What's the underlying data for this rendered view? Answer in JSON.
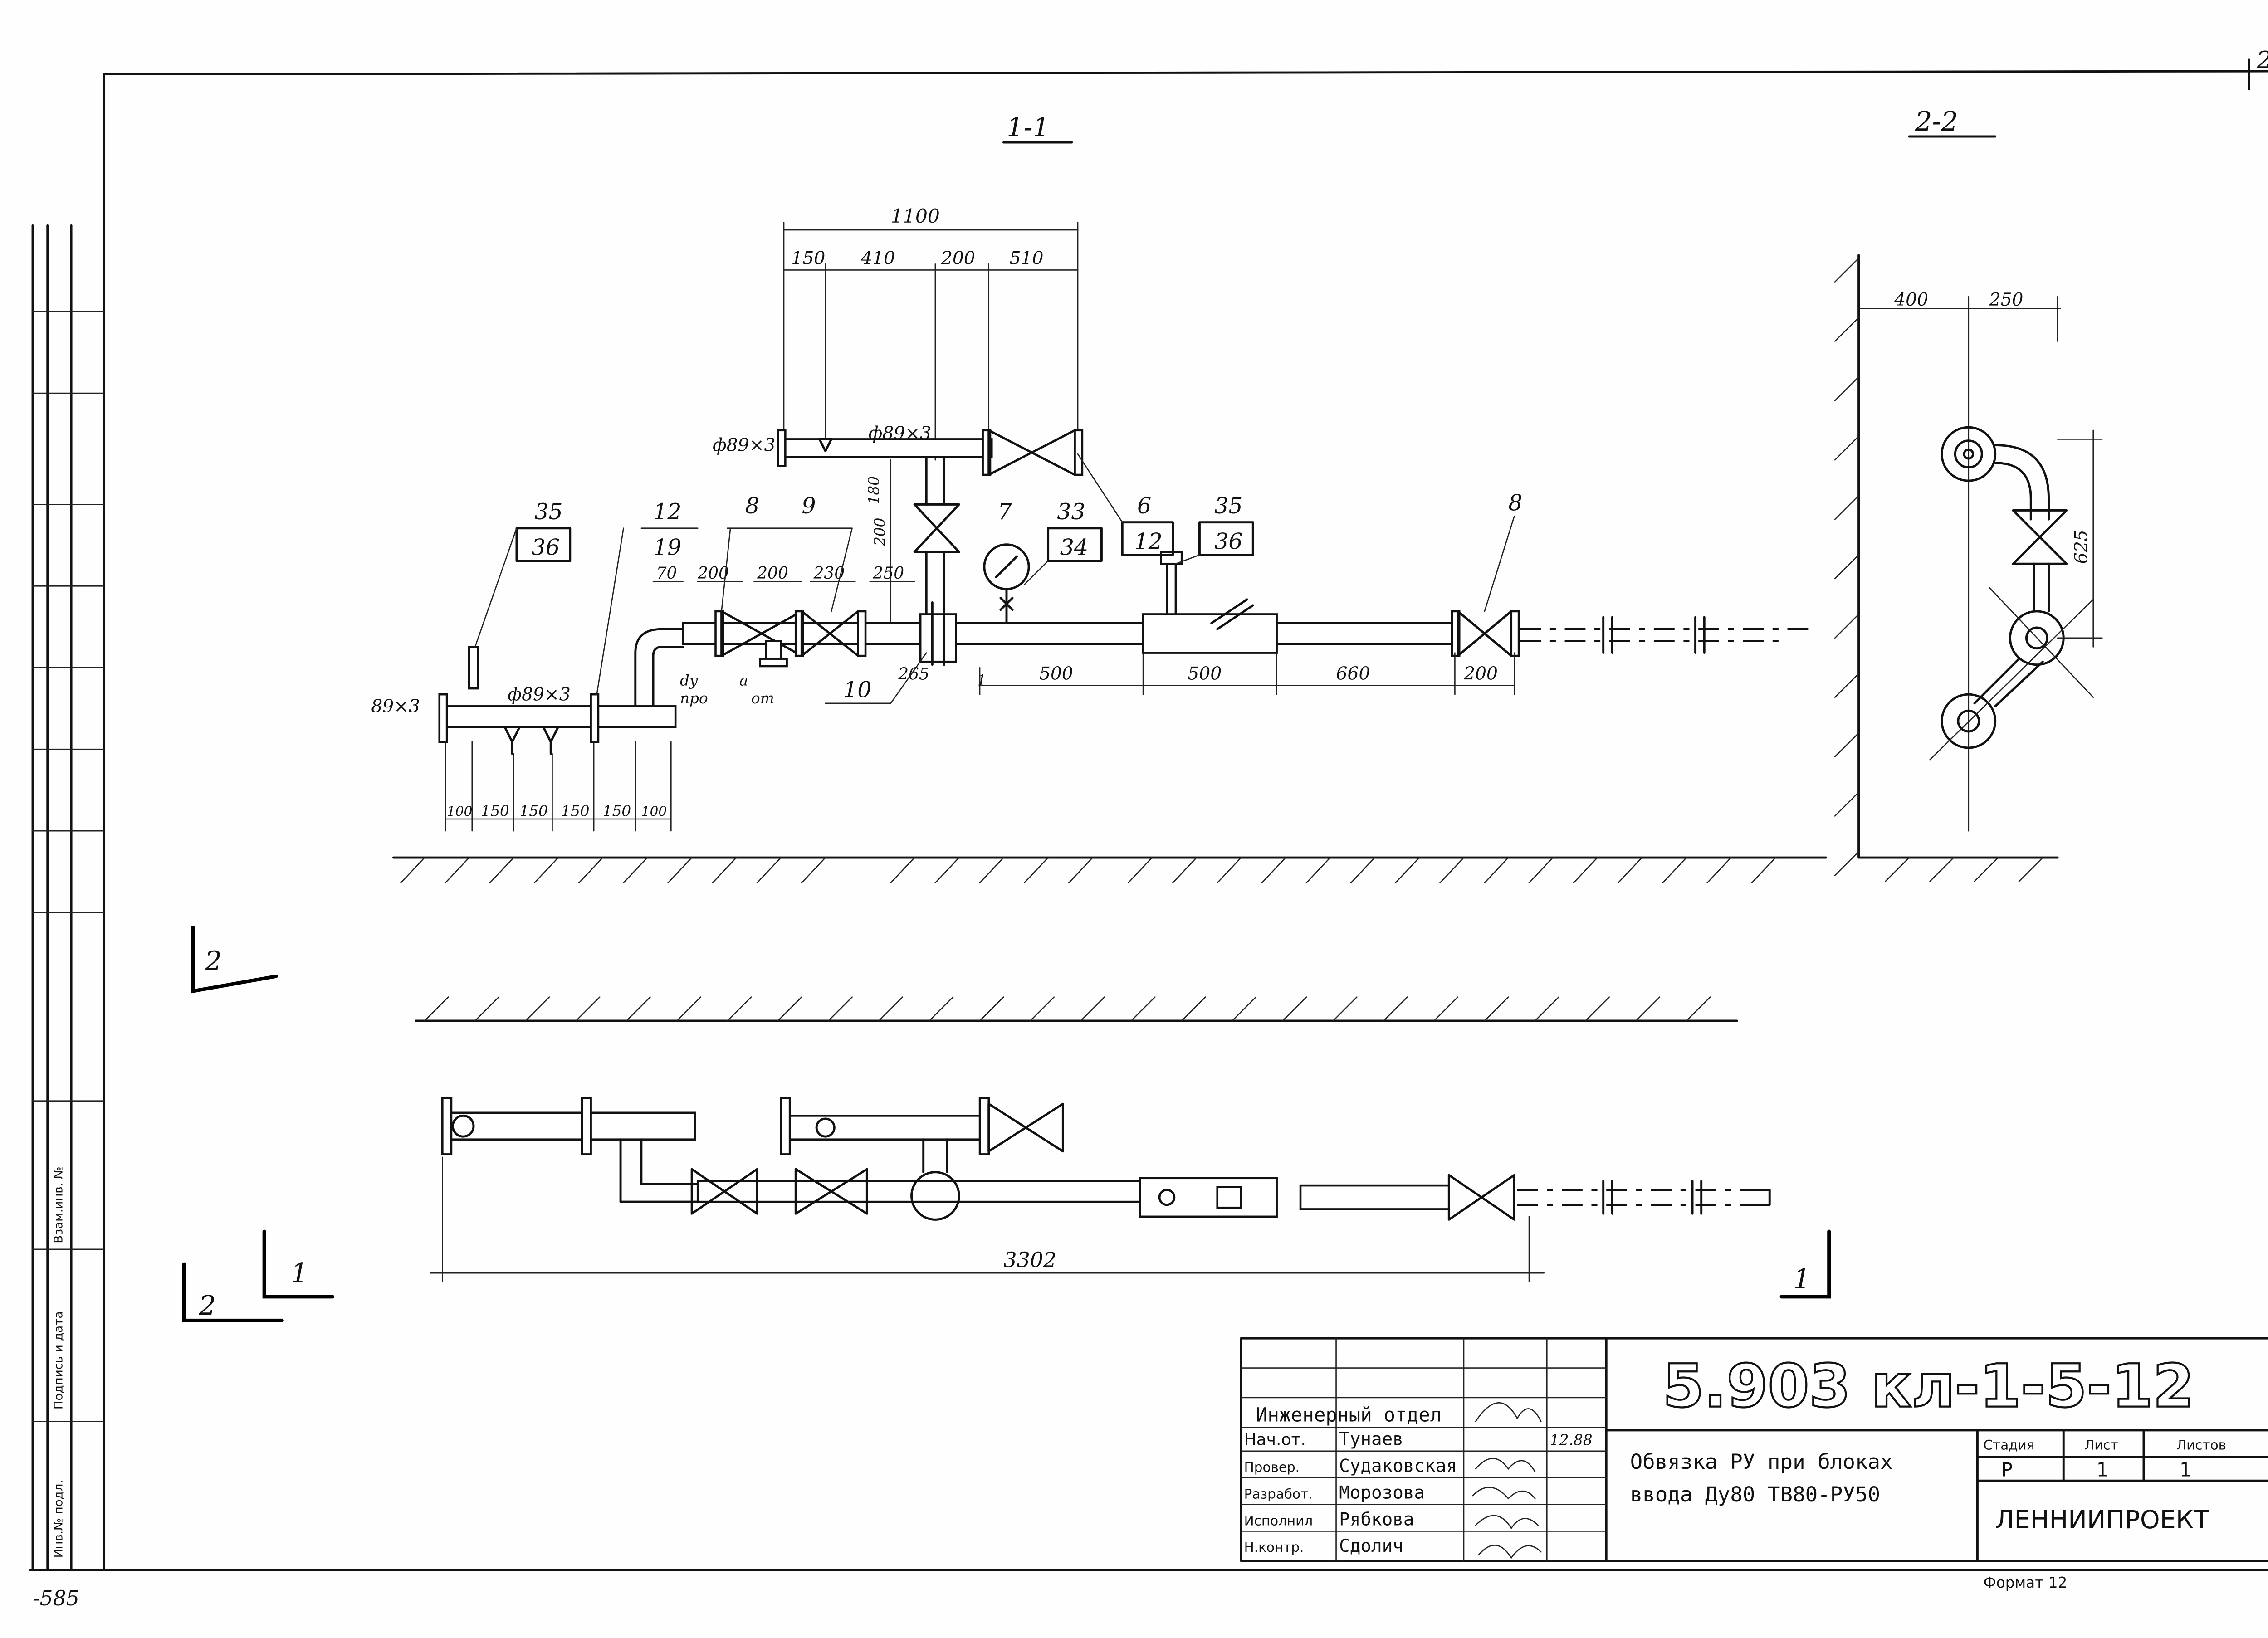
{
  "corner_sheet_number": "2",
  "section_labels": {
    "section_1": "1-1",
    "section_2": "2-2"
  },
  "cut_markers": {
    "left_2_upper": "2",
    "left_2_lower": "2",
    "left_1": "1",
    "right_1": "1"
  },
  "elevation": {
    "dimensions_top": {
      "overall": "1100",
      "d1": "150",
      "d2": "410",
      "d3": "200",
      "d4": "510"
    },
    "pipe_sizes": {
      "upper_left": "ф89×3",
      "upper_mid": "ф89×3",
      "lower_mid": "ф89×3",
      "left_end": "89×3"
    },
    "vertical_dimensions": {
      "a": "180",
      "b": "200"
    },
    "callouts": {
      "c35a": "35",
      "c36a": "36",
      "c12a": "12",
      "c19": "19",
      "c8a": "8",
      "c9": "9",
      "c7": "7",
      "c33": "33",
      "c34": "34",
      "c6": "6",
      "c12b": "12",
      "c35b": "35",
      "c36b": "36",
      "c8b": "8",
      "c10": "10"
    },
    "dim_row_mid": {
      "d_70": "70",
      "d_200a": "200",
      "d_200b": "200",
      "d_230": "230",
      "d_250": "250",
      "d_265": "265",
      "d_1": "1"
    },
    "dim_row_right": {
      "d_500a": "500",
      "d_500b": "500",
      "d_660": "660",
      "d_200": "200"
    },
    "dim_row_left": {
      "l1": "100",
      "l2": "150",
      "l3": "150",
      "l4": "150",
      "l5": "150",
      "l6": "100"
    },
    "note_dn": "dy",
    "note_pro": "про",
    "note_a": "a",
    "note_ot": "от"
  },
  "section_2_2": {
    "dim_400": "400",
    "dim_250": "250",
    "dim_625": "625"
  },
  "plan": {
    "overall_length": "3302"
  },
  "title_block": {
    "designation": "5.903 кл-1-5-12",
    "title_line_1": "Обвязка РУ при блоках",
    "title_line_2": "ввода Ду80  ТВ80-РУ50",
    "department": "Инженерный отдел",
    "rows": [
      {
        "role": "Нач.от.",
        "name": "Тунаев",
        "date": "12.88"
      },
      {
        "role": "Провер.",
        "name": "Судаковская",
        "date": ""
      },
      {
        "role": "Разработ.",
        "name": "Морозова",
        "date": ""
      },
      {
        "role": "Исполнил",
        "name": "Рябкова",
        "date": ""
      },
      {
        "role": "Н.контр.",
        "name": "Сдолич",
        "date": ""
      }
    ],
    "stage_header": "Стадия",
    "sheet_header": "Лист",
    "sheets_header": "Листов",
    "stage": "Р",
    "sheet": "1",
    "sheets": "1",
    "organization": "ЛЕННИИПРОЕКТ"
  },
  "side_stamp": {
    "inv_no": "Инв.№ подл.",
    "sign_date": "Подпись и дата",
    "replaced_inv": "Взам.инв. №"
  },
  "format_note": "Формат 12",
  "page_corner_number": "-585"
}
